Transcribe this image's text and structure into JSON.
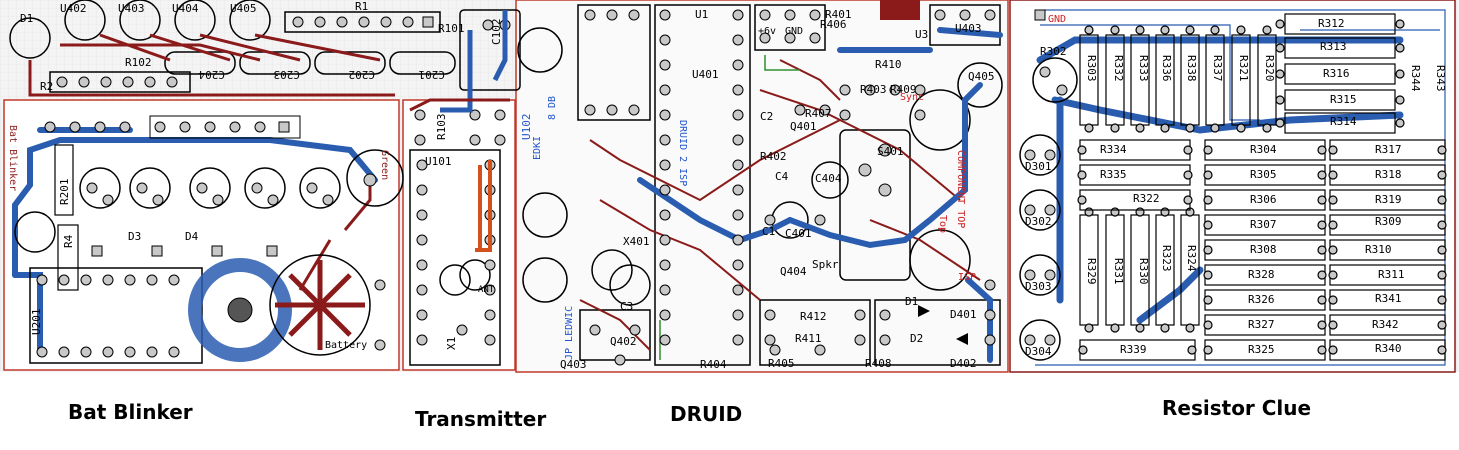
{
  "captions": {
    "bat_blinker": "Bat Blinker",
    "transmitter": "Transmitter",
    "druid": "DRUID",
    "resistor_clue": "Resistor Clue"
  },
  "colors": {
    "silkscreen": "#000000",
    "top_copper": "#8b1a1a",
    "bottom_copper": "#2a5db0",
    "outline": "#c0392b",
    "pad_fill": "#c8c8c8",
    "ground_pour": "#e8e8e8",
    "label_red": "#cc2222",
    "label_blue": "#2255cc"
  },
  "bat_blinker": {
    "labels": [
      "D1",
      "U402",
      "U403",
      "U404",
      "U405",
      "R1",
      "R101",
      "R2",
      "R102",
      "C204",
      "C203",
      "C202",
      "C201",
      "R201",
      "D3",
      "D4",
      "R4",
      "U201",
      "Battery",
      "Green"
    ],
    "side_labels": [
      "Bat Blinker"
    ]
  },
  "transmitter": {
    "labels": [
      "U101",
      "X1",
      "C102",
      "R103",
      "U102",
      "ANT"
    ]
  },
  "druid": {
    "labels": [
      "U1",
      "U401",
      "U3",
      "U403",
      "R401",
      "R402",
      "R403",
      "R404",
      "R405",
      "R406",
      "R407",
      "R408",
      "R409",
      "R410",
      "R411",
      "R412",
      "Q401",
      "Q402",
      "Q403",
      "Q404",
      "Q405",
      "C1",
      "C2",
      "C3",
      "C4",
      "C401",
      "C404",
      "S401",
      "D1",
      "D2",
      "D401",
      "D402",
      "X401",
      "Spkr",
      "GND",
      "+6v",
      "Sync",
      "ISP",
      "Top"
    ],
    "side_labels": [
      "DRUID 2 ISP",
      "COMPONENT TOP",
      "JP LEDWIC",
      "8 DB",
      "EDKI"
    ]
  },
  "resistor_clue": {
    "labels": [
      "GND",
      "D301",
      "D302",
      "D303",
      "D304",
      "R302",
      "R303",
      "R332",
      "R333",
      "R336",
      "R338",
      "R337",
      "R321",
      "R320",
      "R312",
      "R313",
      "R316",
      "R315",
      "R314",
      "R344",
      "R343",
      "R334",
      "R335",
      "R322",
      "R304",
      "R305",
      "R306",
      "R307",
      "R308",
      "R328",
      "R326",
      "R327",
      "R325",
      "R317",
      "R318",
      "R319",
      "R309",
      "R310",
      "R311",
      "R341",
      "R342",
      "R340",
      "R329",
      "R331",
      "R330",
      "R323",
      "R324",
      "R339"
    ]
  }
}
